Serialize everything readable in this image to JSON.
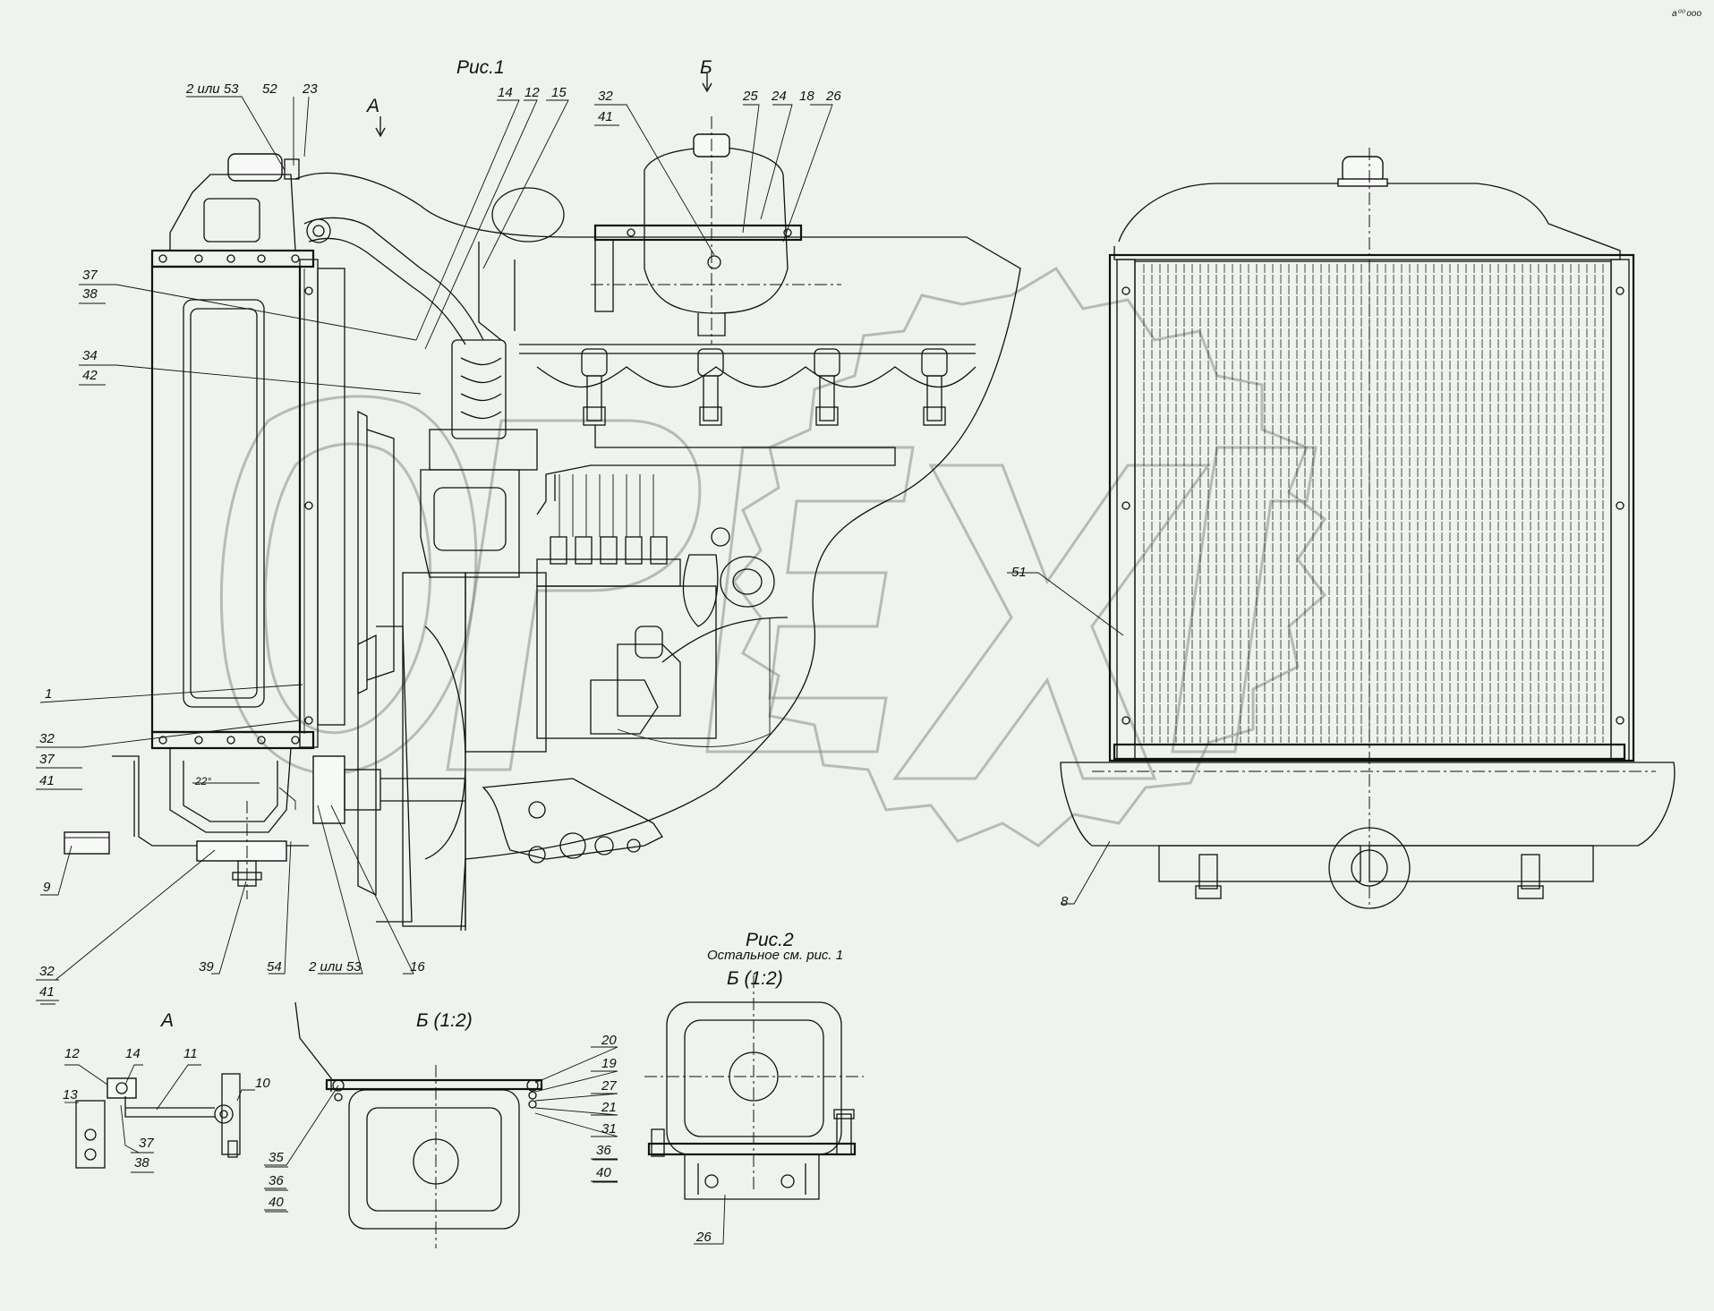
{
  "titles": {
    "fig1": "Рис.1",
    "fig2": "Рис.2",
    "fig2_note": "Остальное см. рис. 1",
    "view_a_top": "А",
    "view_b_top": "Б",
    "view_a": "А",
    "view_b_scale": "Б (1:2)",
    "view_b_scale_fig2": "Б (1:2)",
    "angle": "22°",
    "corner_mark": "a⁰⁰ ooo"
  },
  "labels": {
    "l_2or53_top": "2 или 53",
    "l_52": "52",
    "l_23": "23",
    "l_14": "14",
    "l_12": "12",
    "l_15": "15",
    "l_32_top": "32",
    "l_41_top": "41",
    "l_25": "25",
    "l_24": "24",
    "l_18": "18",
    "l_26_top": "26",
    "l_37": "37",
    "l_38": "38",
    "l_34": "34",
    "l_42": "42",
    "l_1": "1",
    "l_32_mid": "32",
    "l_37_mid": "37",
    "l_41_mid": "41",
    "l_9": "9",
    "l_32_bot": "32",
    "l_41_bot": "41",
    "l_39": "39",
    "l_54": "54",
    "l_2or53_bot": "2 или 53",
    "l_16": "16",
    "l_51": "51",
    "l_8": "8",
    "a_12": "12",
    "a_14": "14",
    "a_11": "11",
    "a_10": "10",
    "a_13": "13",
    "a_37": "37",
    "a_38": "38",
    "b_20": "20",
    "b_19": "19",
    "b_27": "27",
    "b_21": "21",
    "b_31": "31",
    "b_36r": "36",
    "b_40r": "40",
    "b_35": "35",
    "b_36l": "36",
    "b_40l": "40",
    "f2_26": "26"
  }
}
